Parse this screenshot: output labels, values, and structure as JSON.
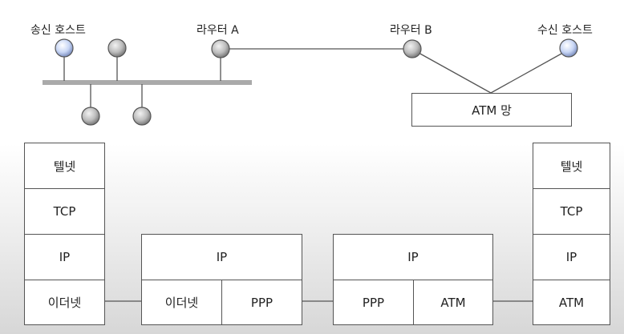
{
  "network": {
    "sender_label": "송신 호스트",
    "router_a_label": "라우터 A",
    "router_b_label": "라우터 B",
    "receiver_label": "수신 호스트",
    "atm_network_label": "ATM 망"
  },
  "stacks": {
    "sender": [
      "텔넷",
      "TCP",
      "IP",
      "이더넷"
    ],
    "router_a": {
      "top": "IP",
      "bottom_left": "이더넷",
      "bottom_right": "PPP"
    },
    "router_b": {
      "top": "IP",
      "bottom_left": "PPP",
      "bottom_right": "ATM"
    },
    "receiver": [
      "텔넷",
      "TCP",
      "IP",
      "ATM"
    ]
  },
  "colors": {
    "host_node": "#c8d6f5",
    "other_node": "#bdbdbd",
    "bus": "#aaaaaa",
    "line": "#666666"
  }
}
